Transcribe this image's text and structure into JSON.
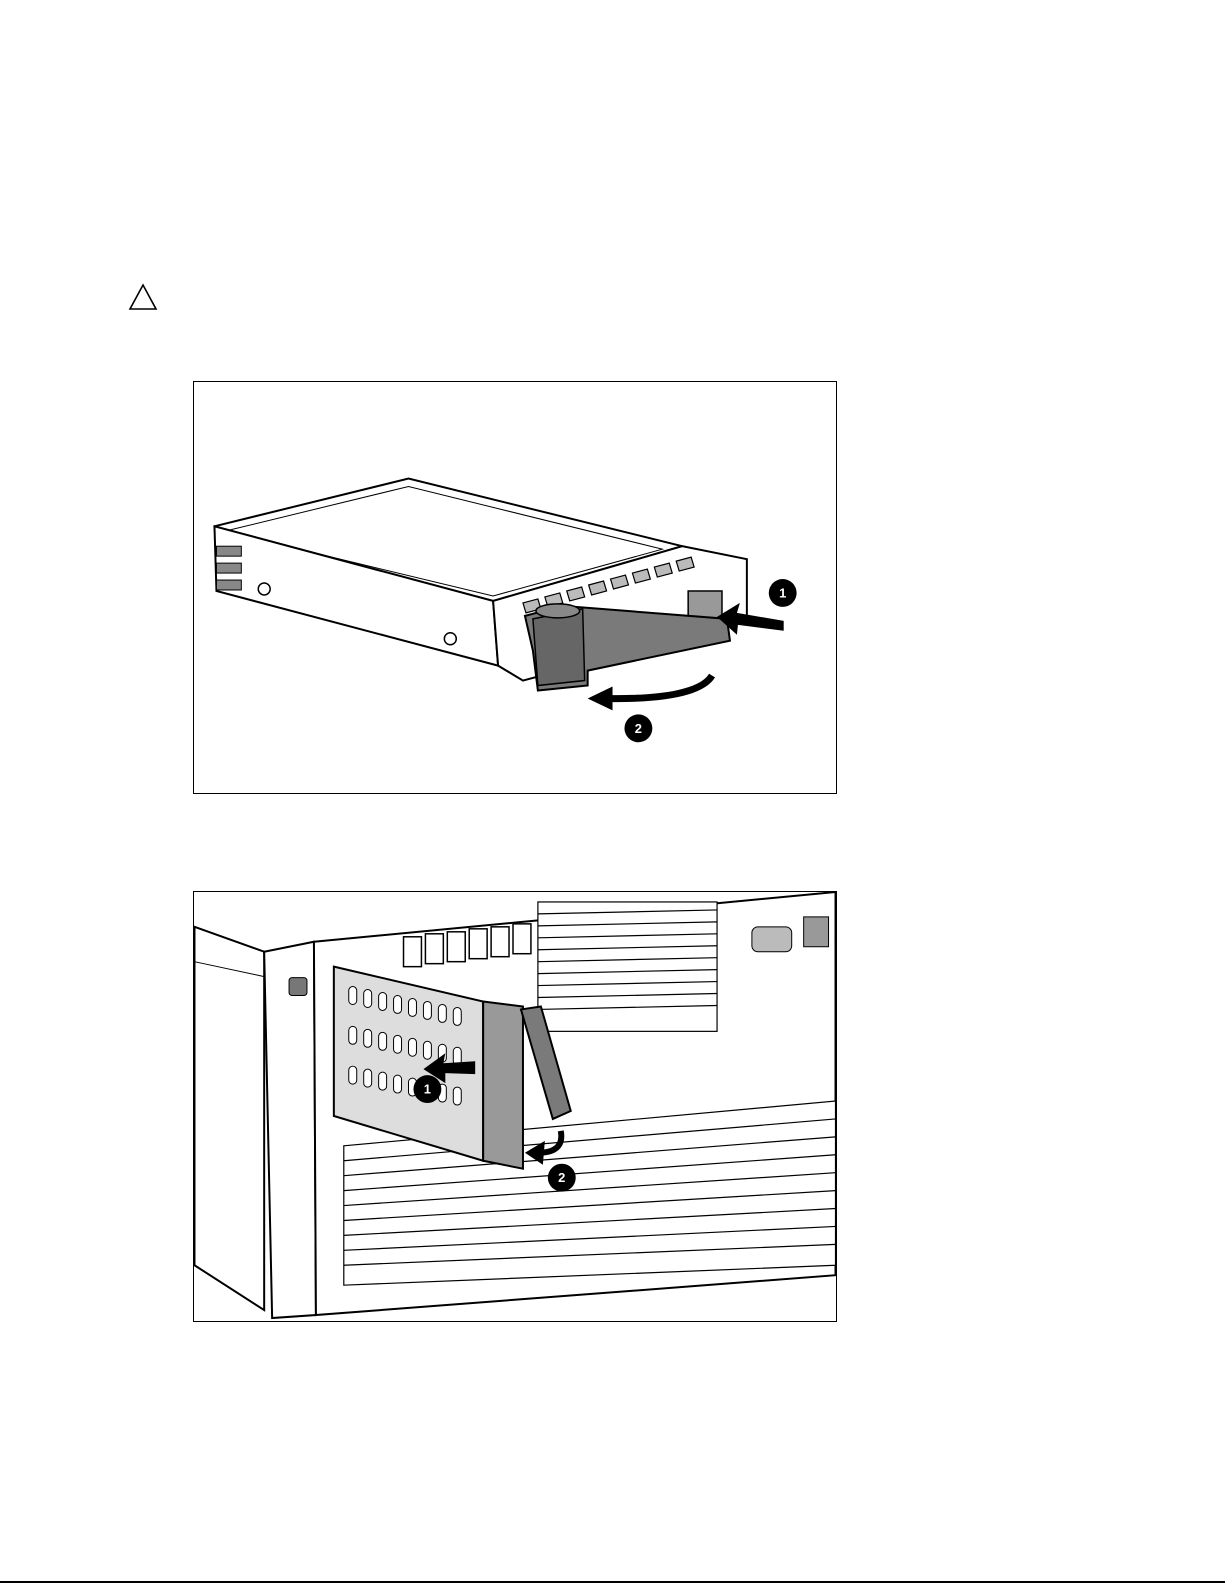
{
  "page": {
    "caution": {
      "icon": "warning-triangle-icon"
    },
    "figures": [
      {
        "id": "hot-plug-drive-handle",
        "callouts": [
          {
            "number": "1"
          },
          {
            "number": "2"
          }
        ]
      },
      {
        "id": "drive-insert-into-server",
        "callouts": [
          {
            "number": "1"
          },
          {
            "number": "2"
          }
        ]
      }
    ]
  },
  "colors": {
    "line": "#000000",
    "handle_gray": "#7a7a7a",
    "handle_dark": "#555555",
    "callout_fill": "#000000",
    "background": "#ffffff"
  }
}
